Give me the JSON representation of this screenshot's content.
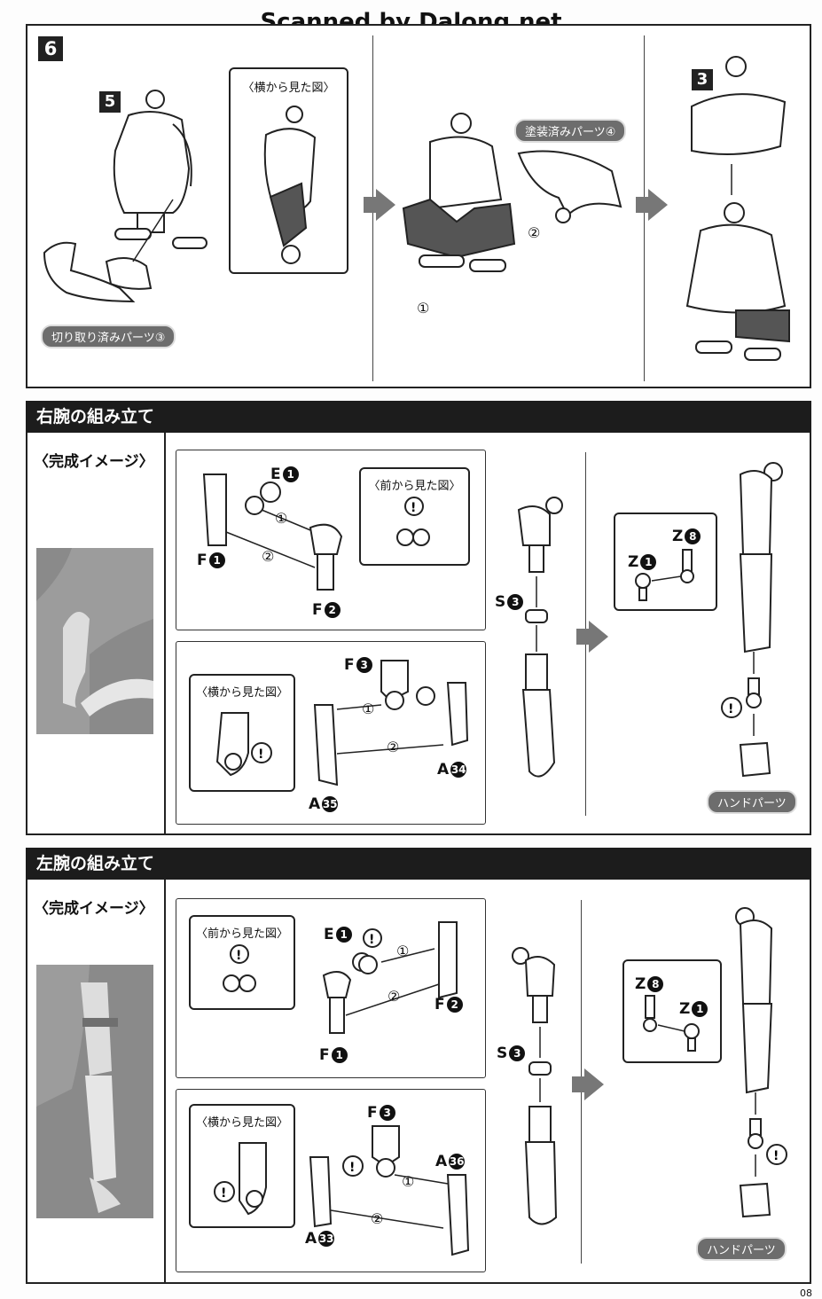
{
  "watermark": "Scanned by Dalong.net",
  "step6": {
    "step_number": "6",
    "sub_steps": [
      "5",
      "3"
    ],
    "side_view_label": "〈横から見た図〉",
    "painted_part_label": "塗装済みパーツ④",
    "cut_part_label": "切り取り済みパーツ③",
    "order_marks": [
      "①",
      "②"
    ]
  },
  "right_arm": {
    "header": "右腕の組み立て",
    "finished_image_label": "〈完成イメージ〉",
    "front_view_label": "〈前から見た図〉",
    "side_view_label": "〈横から見た図〉",
    "hand_parts_label": "ハンドパーツ",
    "parts": [
      {
        "letter": "E",
        "num": "1"
      },
      {
        "letter": "F",
        "num": "1"
      },
      {
        "letter": "F",
        "num": "2"
      },
      {
        "letter": "F",
        "num": "3"
      },
      {
        "letter": "S",
        "num": "3"
      },
      {
        "letter": "A",
        "num": "34"
      },
      {
        "letter": "A",
        "num": "35"
      },
      {
        "letter": "Z",
        "num": "8"
      },
      {
        "letter": "Z",
        "num": "1"
      }
    ],
    "order_marks": [
      "①",
      "②"
    ]
  },
  "left_arm": {
    "header": "左腕の組み立て",
    "finished_image_label": "〈完成イメージ〉",
    "front_view_label": "〈前から見た図〉",
    "side_view_label": "〈横から見た図〉",
    "hand_parts_label": "ハンドパーツ",
    "parts": [
      {
        "letter": "E",
        "num": "1"
      },
      {
        "letter": "F",
        "num": "2"
      },
      {
        "letter": "F",
        "num": "1"
      },
      {
        "letter": "S",
        "num": "3"
      },
      {
        "letter": "F",
        "num": "3"
      },
      {
        "letter": "A",
        "num": "36"
      },
      {
        "letter": "A",
        "num": "33"
      },
      {
        "letter": "Z",
        "num": "8"
      },
      {
        "letter": "Z",
        "num": "1"
      }
    ],
    "order_marks": [
      "①",
      "②"
    ]
  },
  "page_number": "08"
}
